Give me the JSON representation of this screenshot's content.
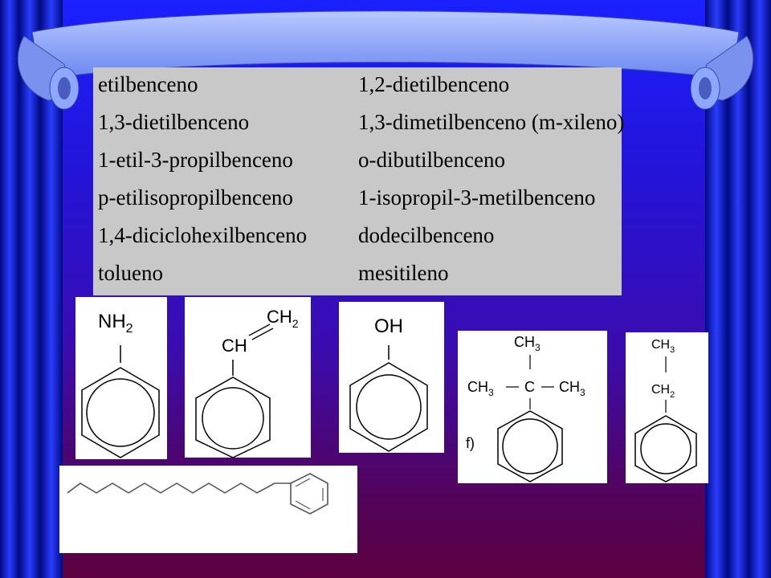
{
  "names": [
    [
      "etilbenceno",
      "1,2-dietilbenceno"
    ],
    [
      "1,3-dietilbenceno",
      "1,3-dimetilbenceno (m-xileno)"
    ],
    [
      "1-etil-3-propilbenceno",
      "o-dibutilbenceno"
    ],
    [
      "p-etilisopropilbenceno",
      "1-isopropil-3-metilbenceno"
    ],
    [
      "1,4-diciclohexilbenceno",
      "dodecilbenceno"
    ],
    [
      "tolueno",
      "mesitileno"
    ]
  ],
  "structures": {
    "aniline": {
      "group": "NH",
      "sub": "2"
    },
    "styrene": {
      "ch": "CH",
      "ch2": "CH",
      "sub": "2"
    },
    "phenol": {
      "group": "OH"
    },
    "tertbutyl": {
      "top": "CH",
      "sub": "3",
      "left": "CH",
      "center": "C",
      "right": "CH",
      "label": "f)"
    },
    "ethyl": {
      "top": "CH",
      "top_sub": "3",
      "mid": "CH",
      "mid_sub": "2"
    }
  },
  "colors": {
    "ribbon": "#8ea8ff",
    "curtain": "#1a2cff",
    "table_bg": "#c8c8c8"
  }
}
